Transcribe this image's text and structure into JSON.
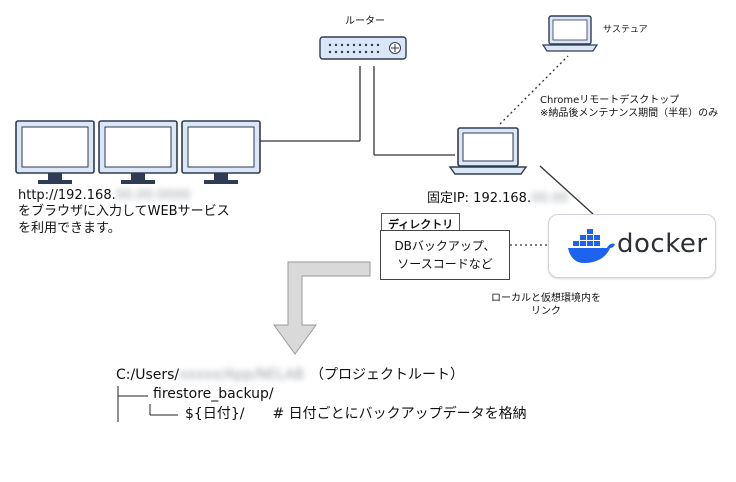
{
  "router": {
    "label": "ルーター"
  },
  "remote": {
    "label": "サステュア"
  },
  "chrome_note": {
    "line1": "Chromeリモートデスクトップ",
    "line2": "※納品後メンテナンス期間（半年）のみ"
  },
  "clients": {
    "line1_prefix": "http://192.168.",
    "line1_masked": "00.00:0000",
    "line2": "をブラウザに入力してWEBサービス",
    "line3": "を利用できます。"
  },
  "server": {
    "ip_prefix": "固定IP: 192.168.",
    "ip_masked": "00.00"
  },
  "directory": {
    "title": "ディレクトリ",
    "line1": "DBバックアップ、",
    "line2": "ソースコードなど"
  },
  "docker": {
    "word": "docker"
  },
  "link_note": {
    "line1": "ローカルと仮想環境内を",
    "line2": "リンク"
  },
  "tree": {
    "root_prefix": "C:/Users/",
    "root_masked": "xxxxx/App/NELAB",
    "root_suffix": "（プロジェクトルート）",
    "line2_branch": "├── ",
    "line2_text": "firestore_backup/",
    "line3_branch": "└── ",
    "line3_text": "${日付}/",
    "line3_comment": "# 日付ごとにバックアップデータを格納"
  },
  "colors": {
    "docker_blue": "#1d63ed",
    "arrow_gray": "#d9d9d9",
    "device_blue": "#dbe6f6"
  }
}
